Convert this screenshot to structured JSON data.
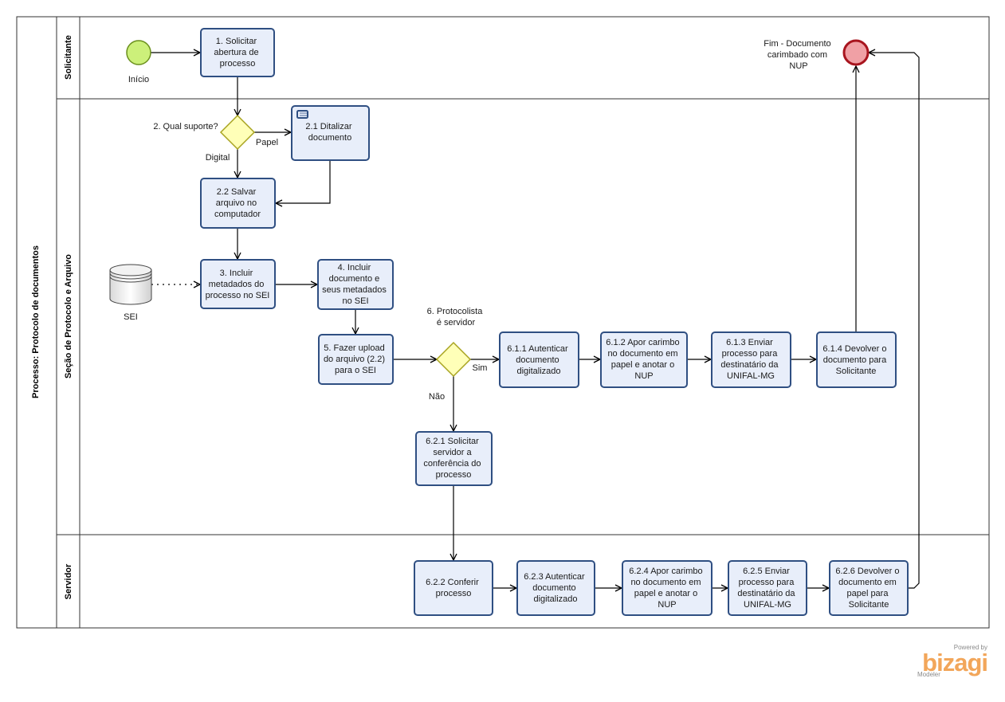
{
  "pool": {
    "title": "Processo: Protocolo de documentos"
  },
  "lanes": {
    "solicitante": "Solicitante",
    "secao": "Seção de Protocolo e Arquivo",
    "servidor": "Servidor"
  },
  "events": {
    "start": "Início",
    "end": [
      "Fim - Documento",
      "carimbado com",
      "NUP"
    ]
  },
  "data_store": {
    "label": "SEI"
  },
  "gateways": {
    "g1": {
      "question": "2. Qual suporte?",
      "yes": "Papel",
      "no": "Digital"
    },
    "g2": {
      "question": [
        "6. Protocolista",
        "é servidor"
      ],
      "yes": "Sim",
      "no": "Não"
    }
  },
  "tasks": {
    "t1": [
      "1. Solicitar",
      "abertura de",
      "processo"
    ],
    "t21": [
      "2.1  Ditalizar",
      "documento"
    ],
    "t22": [
      "2.2 Salvar",
      "arquivo no",
      "computador"
    ],
    "t3": [
      "3. Incluir",
      "metadados do",
      "processo no SEI"
    ],
    "t4": [
      "4. Incluir",
      "documento e",
      "seus metadados",
      "no SEI"
    ],
    "t5": [
      "5. Fazer upload",
      "do arquivo (2.2)",
      "para o SEI"
    ],
    "t611": [
      "6.1.1 Autenticar",
      "documento",
      "digitalizado"
    ],
    "t612": [
      "6.1.2 Apor carimbo",
      "no documento em",
      "papel e anotar o",
      "NUP"
    ],
    "t613": [
      "6.1.3 Enviar",
      "processo para",
      "destinatário da",
      "UNIFAL-MG"
    ],
    "t614": [
      "6.1.4 Devolver o",
      "documento para",
      "Solicitante"
    ],
    "t621": [
      "6.2.1 Solicitar",
      "servidor a",
      "conferência do",
      "processo"
    ],
    "t622": [
      "6.2.2 Conferir",
      "processo"
    ],
    "t623": [
      "6.2.3 Autenticar",
      "documento",
      "digitalizado"
    ],
    "t624": [
      "6.2.4 Apor carimbo",
      "no documento em",
      "papel e anotar o",
      "NUP"
    ],
    "t625": [
      "6.2.5 Enviar",
      "processo para",
      "destinatário da",
      "UNIFAL-MG"
    ],
    "t626": [
      "6.2.6 Devolver o",
      "documento em",
      "papel para",
      "Solicitante"
    ]
  },
  "branding": {
    "powered": "Powered by",
    "logo": "bizagi",
    "product": "Modeler"
  },
  "colors": {
    "task_fill": "#e8eefa",
    "task_stroke": "#2f4f82",
    "start_fill": "#ccf07a",
    "end_fill": "#f0a0a5",
    "gateway_fill": "#ffffb8",
    "brand_orange": "#f2a65a"
  }
}
